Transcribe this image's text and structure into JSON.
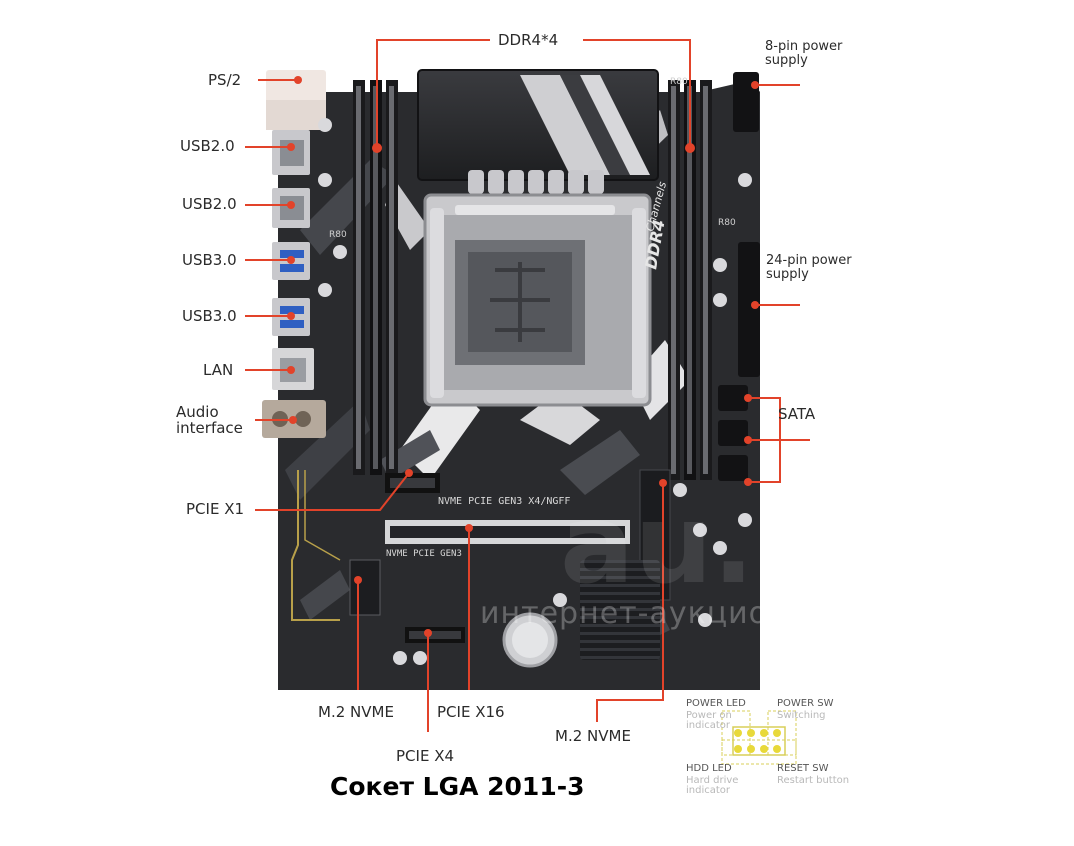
{
  "labels": {
    "ddr": "DDR4*4",
    "power8_l1": "8-pin power",
    "power8_l2": "supply",
    "ps2": "PS/2",
    "usb20a": "USB2.0",
    "usb20b": "USB2.0",
    "usb30a": "USB3.0",
    "usb30b": "USB3.0",
    "lan": "LAN",
    "audio_l1": "Audio",
    "audio_l2": "interface",
    "power24_l1": "24-pin power",
    "power24_l2": "supply",
    "sata": "SATA",
    "pcie_x1": "PCIE X1",
    "m2_nvme_left": "M.2 NVME",
    "pcie_x16": "PCIE X16",
    "pcie_x4": "PCIE X4",
    "m2_nvme_right": "M.2 NVME"
  },
  "board_print": {
    "channels": "Channels",
    "ddr4": "DDR4",
    "slot_text": "NVME PCIE GEN3 X4/NGFF",
    "slot_text2": "NVME PCIE GEN3",
    "r80_a": "R80",
    "r80_b": "R80",
    "r80_c": "R80"
  },
  "front_panel": {
    "power_led": "POWER LED",
    "power_led_sub1": "Power on",
    "power_led_sub2": "indicator",
    "power_sw": "POWER SW",
    "power_sw_sub": "Switching",
    "hdd_led": "HDD LED",
    "hdd_led_sub1": "Hard drive",
    "hdd_led_sub2": "indicator",
    "reset_sw": "RESET SW",
    "reset_sw_sub": "Restart button"
  },
  "caption": "Сокет LGA 2011-3",
  "watermark": "интернет-аукцион",
  "colors": {
    "pointer": "#e2432a",
    "board": "#2a2b2e",
    "board_light": "#4a4c51",
    "silk": "#e6e6e6",
    "header_pin": "#e8d93a"
  }
}
